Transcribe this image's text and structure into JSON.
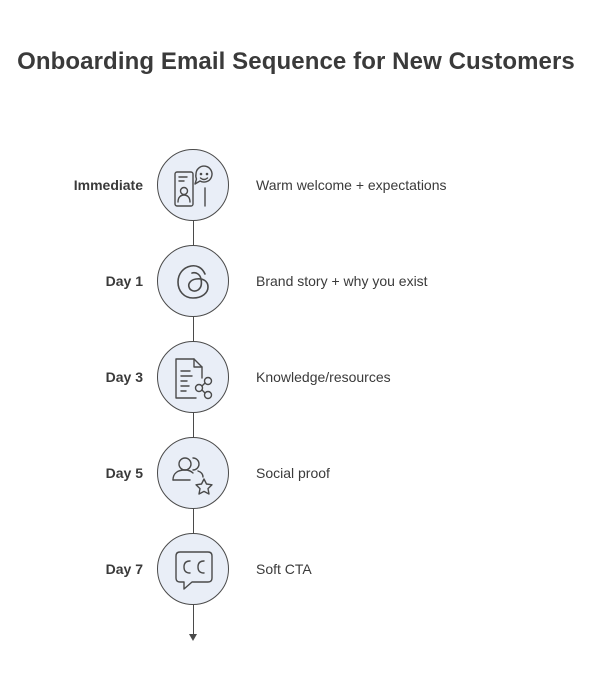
{
  "title": "Onboarding Email Sequence for New Customers",
  "steps": [
    {
      "label": "Immediate",
      "description": "Warm welcome + expectations",
      "icon": "welcome-chat-person-icon"
    },
    {
      "label": "Day 1",
      "description": "Brand story + why you exist",
      "icon": "threads-brand-icon"
    },
    {
      "label": "Day 3",
      "description": "Knowledge/resources",
      "icon": "document-share-icon"
    },
    {
      "label": "Day 5",
      "description": "Social proof",
      "icon": "users-star-icon"
    },
    {
      "label": "Day 7",
      "description": "Soft CTA",
      "icon": "closed-caption-chat-icon"
    }
  ],
  "colors": {
    "node_fill": "#e9eef7",
    "stroke": "#4a4a4a",
    "text": "#3a3a3a"
  }
}
